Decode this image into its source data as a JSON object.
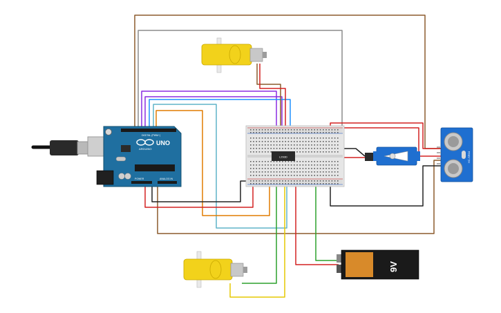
{
  "arduino": {
    "brand_label": "ARDUINO",
    "model_label": "UNO",
    "digital_label": "DIGITAL (PWM~)",
    "power_label": "POWER",
    "analog_label": "ANALOG IN"
  },
  "driver_ic": {
    "label": "L293D"
  },
  "battery": {
    "label": "9V"
  },
  "sensor": {
    "label": "HC-SR04"
  },
  "colors": {
    "background": "#ffffff",
    "wire_red": "#d32020",
    "wire_black": "#222222",
    "wire_brown": "#8b5a2b",
    "wire_purple": "#8a2be2",
    "wire_orange": "#e07b00",
    "wire_blue": "#1e90ff",
    "wire_green": "#2ca02c",
    "wire_yellow": "#e6c800",
    "wire_gray": "#9a9a9a",
    "wire_cyan": "#5fb3c8",
    "arduino_board": "#1f6fa0",
    "motor_yellow": "#f2d21b",
    "breadboard": "#e8e8e8"
  }
}
